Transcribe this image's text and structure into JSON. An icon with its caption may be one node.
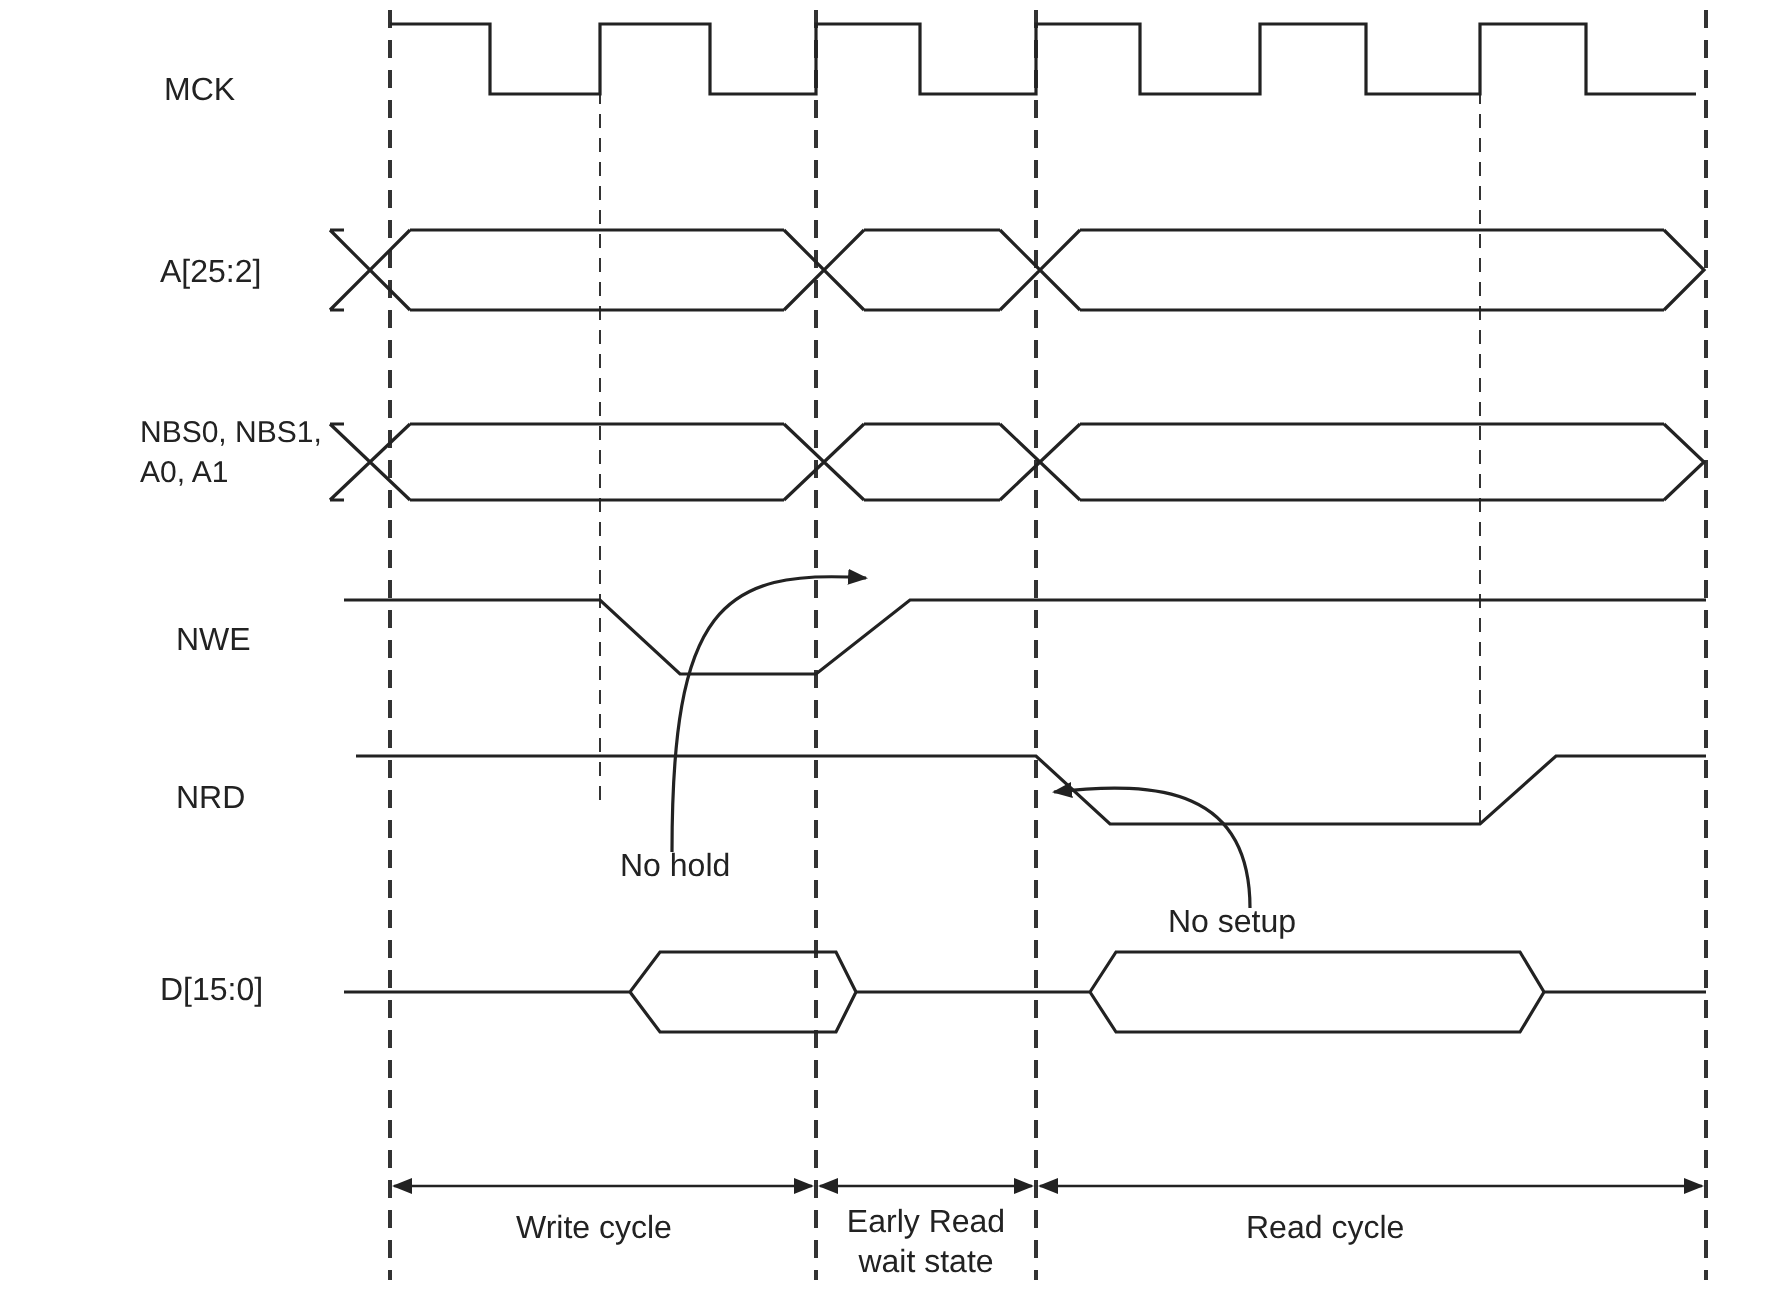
{
  "diagram": {
    "nodes": [
      {
        "text": [
          "No hold"
        ]
      },
      {
        "text": [
          "No setup"
        ]
      }
    ],
    "edges": [
      {
        "from": 0,
        "to": null,
        "arrow": "to"
      },
      {
        "from": 1,
        "to": null,
        "arrow": "to"
      }
    ],
    "labels": [
      "MCK",
      "A[25:2]",
      "NBS0, NBS1, A0, A1",
      "NWE",
      "NRD",
      "D[15:0]",
      "Write cycle",
      "Early Read wait state",
      "Read cycle"
    ]
  }
}
